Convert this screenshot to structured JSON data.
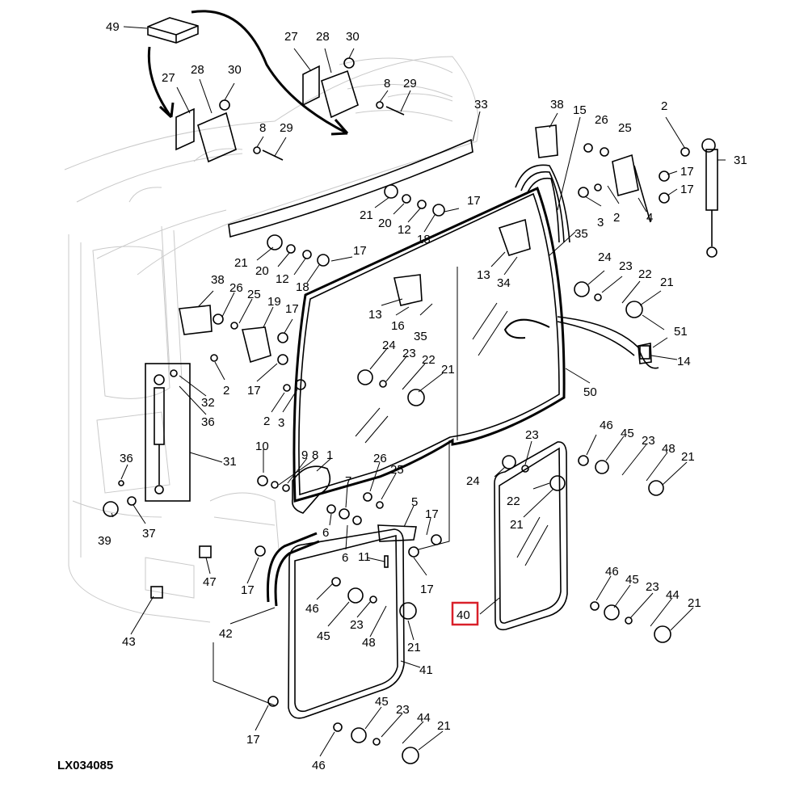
{
  "drawing_code": "LX034085",
  "highlight_color": "#d9202a",
  "highlighted_callout": "40",
  "callouts": [
    {
      "id": "c49",
      "text": "49"
    },
    {
      "id": "c27a",
      "text": "27"
    },
    {
      "id": "c28a",
      "text": "28"
    },
    {
      "id": "c30a",
      "text": "30"
    },
    {
      "id": "c8a",
      "text": "8"
    },
    {
      "id": "c29a",
      "text": "29"
    },
    {
      "id": "c27b",
      "text": "27"
    },
    {
      "id": "c28b",
      "text": "28"
    },
    {
      "id": "c30b",
      "text": "30"
    },
    {
      "id": "c8b",
      "text": "8"
    },
    {
      "id": "c29b",
      "text": "29"
    },
    {
      "id": "c33",
      "text": "33"
    },
    {
      "id": "c38a",
      "text": "38"
    },
    {
      "id": "c15",
      "text": "15"
    },
    {
      "id": "c26a",
      "text": "26"
    },
    {
      "id": "c25a",
      "text": "25"
    },
    {
      "id": "c2a",
      "text": "2"
    },
    {
      "id": "c31a",
      "text": "31"
    },
    {
      "id": "c17a",
      "text": "17"
    },
    {
      "id": "c17b",
      "text": "17"
    },
    {
      "id": "c3a",
      "text": "3"
    },
    {
      "id": "c2b",
      "text": "2"
    },
    {
      "id": "c4",
      "text": "4"
    },
    {
      "id": "c21a",
      "text": "21"
    },
    {
      "id": "c20a",
      "text": "20"
    },
    {
      "id": "c12a",
      "text": "12"
    },
    {
      "id": "c18a",
      "text": "18"
    },
    {
      "id": "c17c",
      "text": "17"
    },
    {
      "id": "c35a",
      "text": "35"
    },
    {
      "id": "c13a",
      "text": "13"
    },
    {
      "id": "c34",
      "text": "34"
    },
    {
      "id": "c21b",
      "text": "21"
    },
    {
      "id": "c20b",
      "text": "20"
    },
    {
      "id": "c12b",
      "text": "12"
    },
    {
      "id": "c18b",
      "text": "18"
    },
    {
      "id": "c17d",
      "text": "17"
    },
    {
      "id": "c24a",
      "text": "24"
    },
    {
      "id": "c23a",
      "text": "23"
    },
    {
      "id": "c22a",
      "text": "22"
    },
    {
      "id": "c21c",
      "text": "21"
    },
    {
      "id": "c38b",
      "text": "38"
    },
    {
      "id": "c26b",
      "text": "26"
    },
    {
      "id": "c25b",
      "text": "25"
    },
    {
      "id": "c19",
      "text": "19"
    },
    {
      "id": "c17e",
      "text": "17"
    },
    {
      "id": "c13b",
      "text": "13"
    },
    {
      "id": "c16",
      "text": "16"
    },
    {
      "id": "c35b",
      "text": "35"
    },
    {
      "id": "c51",
      "text": "51"
    },
    {
      "id": "c14",
      "text": "14"
    },
    {
      "id": "c24b",
      "text": "24"
    },
    {
      "id": "c23b",
      "text": "23"
    },
    {
      "id": "c22b",
      "text": "22"
    },
    {
      "id": "c21d",
      "text": "21"
    },
    {
      "id": "c2c",
      "text": "2"
    },
    {
      "id": "c32",
      "text": "32"
    },
    {
      "id": "c36a",
      "text": "36"
    },
    {
      "id": "c17f",
      "text": "17"
    },
    {
      "id": "c2d",
      "text": "2"
    },
    {
      "id": "c3b",
      "text": "3"
    },
    {
      "id": "c50",
      "text": "50"
    },
    {
      "id": "c46a",
      "text": "46"
    },
    {
      "id": "c45a",
      "text": "45"
    },
    {
      "id": "c23c",
      "text": "23"
    },
    {
      "id": "c48a",
      "text": "48"
    },
    {
      "id": "c21e",
      "text": "21"
    },
    {
      "id": "c23d",
      "text": "23"
    },
    {
      "id": "c24c",
      "text": "24"
    },
    {
      "id": "c22c",
      "text": "22"
    },
    {
      "id": "c21f",
      "text": "21"
    },
    {
      "id": "c10",
      "text": "10"
    },
    {
      "id": "c9",
      "text": "9"
    },
    {
      "id": "c8c",
      "text": "8"
    },
    {
      "id": "c1",
      "text": "1"
    },
    {
      "id": "c26c",
      "text": "26"
    },
    {
      "id": "c25c",
      "text": "25"
    },
    {
      "id": "c31b",
      "text": "31"
    },
    {
      "id": "c36b",
      "text": "36"
    },
    {
      "id": "c39",
      "text": "39"
    },
    {
      "id": "c37",
      "text": "37"
    },
    {
      "id": "c7",
      "text": "7"
    },
    {
      "id": "c6a",
      "text": "6"
    },
    {
      "id": "c6b",
      "text": "6"
    },
    {
      "id": "c5",
      "text": "5"
    },
    {
      "id": "c17g",
      "text": "17"
    },
    {
      "id": "c11",
      "text": "11"
    },
    {
      "id": "c17h",
      "text": "17"
    },
    {
      "id": "c17i",
      "text": "17"
    },
    {
      "id": "c47",
      "text": "47"
    },
    {
      "id": "c42",
      "text": "42"
    },
    {
      "id": "c43",
      "text": "43"
    },
    {
      "id": "c46b",
      "text": "46"
    },
    {
      "id": "c45b",
      "text": "45"
    },
    {
      "id": "c23e",
      "text": "23"
    },
    {
      "id": "c48b",
      "text": "48"
    },
    {
      "id": "c21g",
      "text": "21"
    },
    {
      "id": "c41",
      "text": "41"
    },
    {
      "id": "c40",
      "text": "40"
    },
    {
      "id": "c46c",
      "text": "46"
    },
    {
      "id": "c45c",
      "text": "45"
    },
    {
      "id": "c23f",
      "text": "23"
    },
    {
      "id": "c44a",
      "text": "44"
    },
    {
      "id": "c21h",
      "text": "21"
    },
    {
      "id": "c17j",
      "text": "17"
    },
    {
      "id": "c45d",
      "text": "45"
    },
    {
      "id": "c23g",
      "text": "23"
    },
    {
      "id": "c44b",
      "text": "44"
    },
    {
      "id": "c21i",
      "text": "21"
    },
    {
      "id": "c46d",
      "text": "46"
    }
  ]
}
